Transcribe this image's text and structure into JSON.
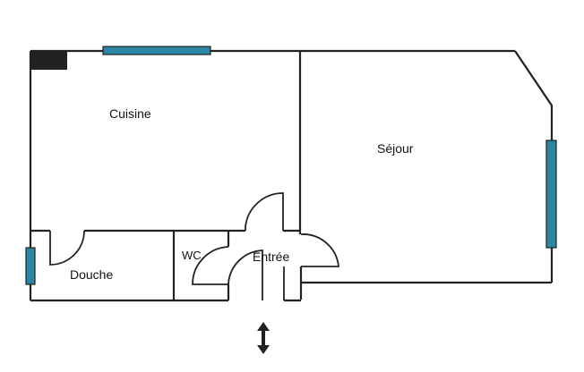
{
  "rooms": {
    "cuisine": "Cuisine",
    "sejour": "Séjour",
    "douche": "Douche",
    "wc": "WC",
    "entree": "Entrée"
  },
  "colors": {
    "wall": "#222222",
    "window": "#2a86a3",
    "chimney": "#222222",
    "background": "#ffffff"
  },
  "icons": {
    "entrance_arrow": "double-arrow-vertical-icon"
  }
}
